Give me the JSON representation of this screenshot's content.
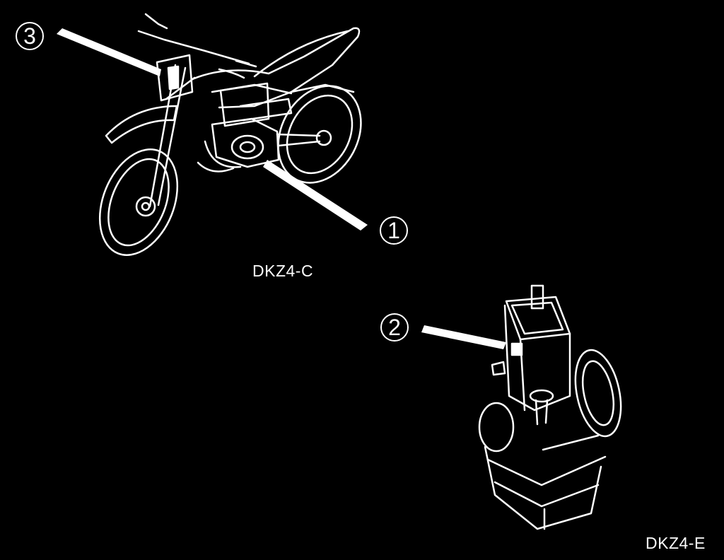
{
  "figure_c": {
    "caption": "DKZ4-C",
    "callouts": [
      "3",
      "1"
    ]
  },
  "figure_e": {
    "caption": "DKZ4-E",
    "callouts": [
      "2"
    ]
  },
  "colors": {
    "background": "#000000",
    "line": "#ffffff"
  }
}
